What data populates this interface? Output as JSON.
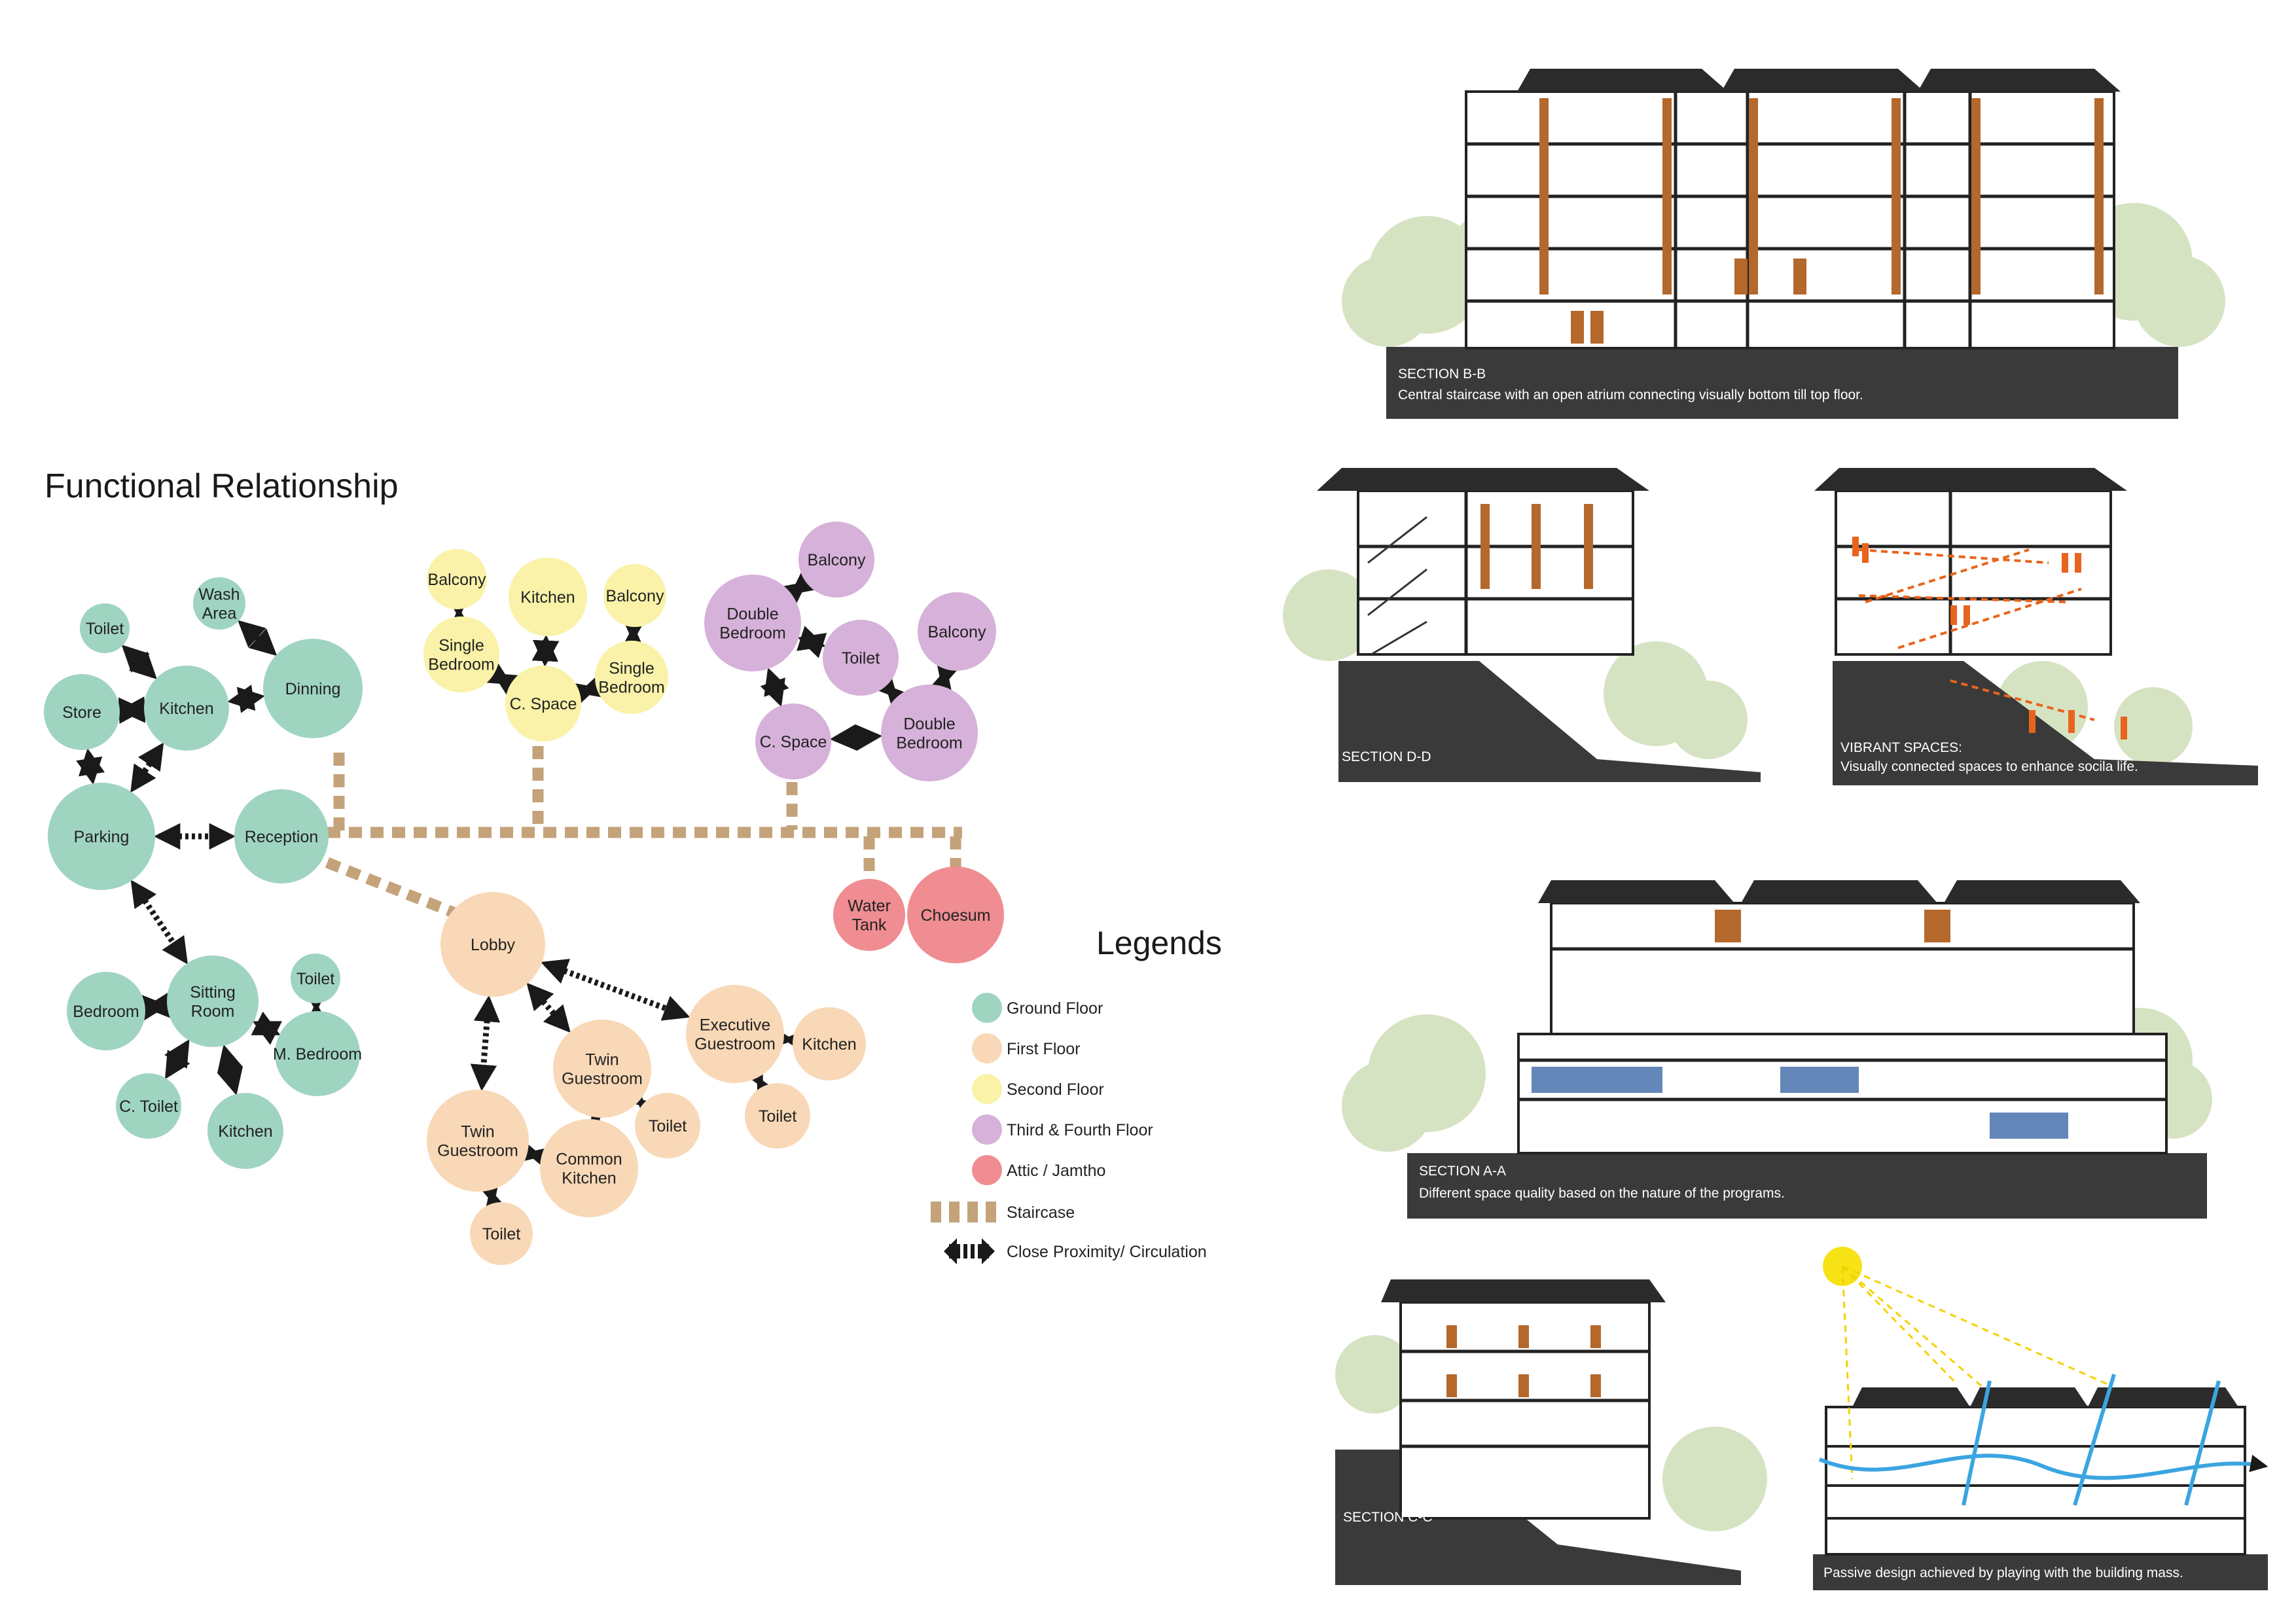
{
  "diagram": {
    "title": "Functional Relationship",
    "colors": {
      "ground": "#9fd4c1",
      "first": "#f8d8b6",
      "second": "#f9f2a8",
      "third": "#d6b1d9",
      "attic": "#ef8d92",
      "staircase": "#c4a27a",
      "proximity": "#1a1a1a"
    },
    "nodes": [
      {
        "id": "toilet_g1",
        "floor": "ground",
        "lines": [
          "Toilet"
        ]
      },
      {
        "id": "wash",
        "floor": "ground",
        "lines": [
          "Wash",
          "Area"
        ]
      },
      {
        "id": "store",
        "floor": "ground",
        "lines": [
          "Store"
        ]
      },
      {
        "id": "kitchen_g",
        "floor": "ground",
        "lines": [
          "Kitchen"
        ]
      },
      {
        "id": "dinning",
        "floor": "ground",
        "lines": [
          "Dinning"
        ]
      },
      {
        "id": "parking",
        "floor": "ground",
        "lines": [
          "Parking"
        ]
      },
      {
        "id": "reception",
        "floor": "ground",
        "lines": [
          "Reception"
        ]
      },
      {
        "id": "sitting",
        "floor": "ground",
        "lines": [
          "Sitting",
          "Room"
        ]
      },
      {
        "id": "bedroom_g",
        "floor": "ground",
        "lines": [
          "Bedroom"
        ]
      },
      {
        "id": "toilet_g2",
        "floor": "ground",
        "lines": [
          "Toilet"
        ]
      },
      {
        "id": "mbed",
        "floor": "ground",
        "lines": [
          "M. Bedroom"
        ]
      },
      {
        "id": "ctoilet",
        "floor": "ground",
        "lines": [
          "C. Toilet"
        ]
      },
      {
        "id": "kitchen_g2",
        "floor": "ground",
        "lines": [
          "Kitchen"
        ]
      },
      {
        "id": "balc_s1",
        "floor": "second",
        "lines": [
          "Balcony"
        ]
      },
      {
        "id": "kitchen_s",
        "floor": "second",
        "lines": [
          "Kitchen"
        ]
      },
      {
        "id": "balc_s2",
        "floor": "second",
        "lines": [
          "Balcony"
        ]
      },
      {
        "id": "sbed1",
        "floor": "second",
        "lines": [
          "Single",
          "Bedroom"
        ]
      },
      {
        "id": "sbed2",
        "floor": "second",
        "lines": [
          "Single",
          "Bedroom"
        ]
      },
      {
        "id": "cspace_s",
        "floor": "second",
        "lines": [
          "C. Space"
        ]
      },
      {
        "id": "balc_t1",
        "floor": "third",
        "lines": [
          "Balcony"
        ]
      },
      {
        "id": "dbed1",
        "floor": "third",
        "lines": [
          "Double",
          "Bedroom"
        ]
      },
      {
        "id": "toilet_t",
        "floor": "third",
        "lines": [
          "Toilet"
        ]
      },
      {
        "id": "balc_t2",
        "floor": "third",
        "lines": [
          "Balcony"
        ]
      },
      {
        "id": "cspace_t",
        "floor": "third",
        "lines": [
          "C. Space"
        ]
      },
      {
        "id": "dbed2",
        "floor": "third",
        "lines": [
          "Double",
          "Bedroom"
        ]
      },
      {
        "id": "water",
        "floor": "attic",
        "lines": [
          "Water",
          "Tank"
        ]
      },
      {
        "id": "choesum",
        "floor": "attic",
        "lines": [
          "Choesum"
        ]
      },
      {
        "id": "lobby",
        "floor": "first",
        "lines": [
          "Lobby"
        ]
      },
      {
        "id": "exec",
        "floor": "first",
        "lines": [
          "Executive",
          "Guestroom"
        ]
      },
      {
        "id": "kitchen_f",
        "floor": "first",
        "lines": [
          "Kitchen"
        ]
      },
      {
        "id": "toilet_f1",
        "floor": "first",
        "lines": [
          "Toilet"
        ]
      },
      {
        "id": "twin1",
        "floor": "first",
        "lines": [
          "Twin",
          "Guestroom"
        ]
      },
      {
        "id": "toilet_f2",
        "floor": "first",
        "lines": [
          "Toilet"
        ]
      },
      {
        "id": "twin2",
        "floor": "first",
        "lines": [
          "Twin",
          "Guestroom"
        ]
      },
      {
        "id": "common",
        "floor": "first",
        "lines": [
          "Common",
          "Kitchen"
        ]
      },
      {
        "id": "toilet_f3",
        "floor": "first",
        "lines": [
          "Toilet"
        ]
      }
    ],
    "proximity_links": [
      [
        "toilet_g1",
        "kitchen_g"
      ],
      [
        "wash",
        "dinning"
      ],
      [
        "store",
        "kitchen_g"
      ],
      [
        "kitchen_g",
        "dinning"
      ],
      [
        "store",
        "parking"
      ],
      [
        "kitchen_g",
        "parking"
      ],
      [
        "parking",
        "reception"
      ],
      [
        "parking",
        "sitting"
      ],
      [
        "sitting",
        "bedroom_g"
      ],
      [
        "sitting",
        "mbed"
      ],
      [
        "toilet_g2",
        "mbed"
      ],
      [
        "sitting",
        "ctoilet"
      ],
      [
        "sitting",
        "kitchen_g2"
      ],
      [
        "balc_s1",
        "sbed1"
      ],
      [
        "kitchen_s",
        "cspace_s"
      ],
      [
        "balc_s2",
        "sbed2"
      ],
      [
        "sbed1",
        "cspace_s"
      ],
      [
        "sbed2",
        "cspace_s"
      ],
      [
        "balc_t1",
        "dbed1"
      ],
      [
        "dbed1",
        "toilet_t"
      ],
      [
        "dbed1",
        "cspace_t"
      ],
      [
        "cspace_t",
        "dbed2"
      ],
      [
        "toilet_t",
        "dbed2"
      ],
      [
        "balc_t2",
        "dbed2"
      ],
      [
        "lobby",
        "exec"
      ],
      [
        "exec",
        "kitchen_f"
      ],
      [
        "exec",
        "toilet_f1"
      ],
      [
        "lobby",
        "twin1"
      ],
      [
        "lobby",
        "twin2"
      ],
      [
        "twin1",
        "toilet_f2"
      ],
      [
        "twin1",
        "common"
      ],
      [
        "twin2",
        "common"
      ],
      [
        "twin2",
        "toilet_f3"
      ]
    ],
    "legend": {
      "title": "Legends",
      "items": [
        {
          "floor": "ground",
          "label": "Ground Floor"
        },
        {
          "floor": "first",
          "label": "First Floor"
        },
        {
          "floor": "second",
          "label": "Second Floor"
        },
        {
          "floor": "third",
          "label": "Third & Fourth Floor"
        },
        {
          "floor": "attic",
          "label": "Attic / Jamtho"
        }
      ],
      "staircase_label": "Staircase",
      "proximity_label": "Close Proximity/ Circulation"
    }
  },
  "sections": [
    {
      "id": "bb",
      "title": "SECTION B-B",
      "desc": "Central staircase with an open atrium connecting visually bottom till top floor."
    },
    {
      "id": "dd",
      "title": "SECTION D-D",
      "desc": ""
    },
    {
      "id": "vibrant",
      "title": "VIBRANT SPACES:",
      "desc": "Visually connected spaces to enhance socila life."
    },
    {
      "id": "aa",
      "title": "SECTION A-A",
      "desc": "Different space quality based on the nature of the programs."
    },
    {
      "id": "cc",
      "title": "SECTION C-C",
      "desc": ""
    },
    {
      "id": "passive",
      "title": "",
      "desc": "Passive design achieved by playing with the building mass."
    }
  ]
}
